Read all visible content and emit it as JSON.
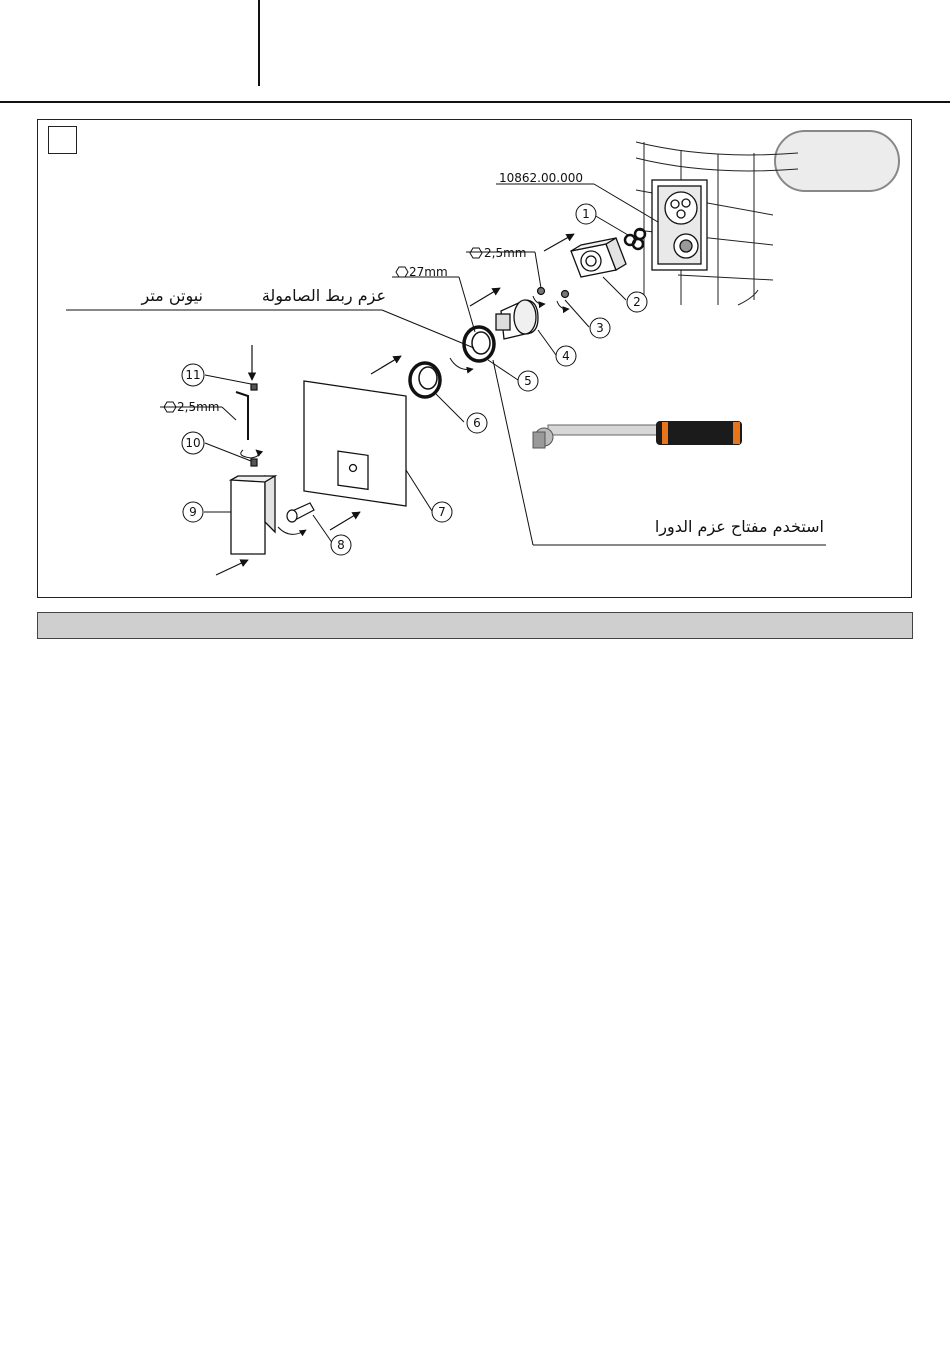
{
  "figure": {
    "part_number": "10862.00.000",
    "hex_size_top": "2,5mm",
    "hex_size_nut": "27mm",
    "hex_size_left": "2,5mm",
    "torque_label": "عزم ربط الصامولة",
    "torque_unit": "نيوتن متر",
    "wrench_instruction": "استخدم مفتاح عزم الدورا",
    "callouts": [
      "1",
      "2",
      "3",
      "4",
      "5",
      "6",
      "7",
      "8",
      "9",
      "10",
      "11"
    ],
    "colors": {
      "line": "#111111",
      "badge_fill": "#ececec",
      "bar_fill": "#cfcfcf",
      "wrench_accent": "#e8751a"
    }
  }
}
